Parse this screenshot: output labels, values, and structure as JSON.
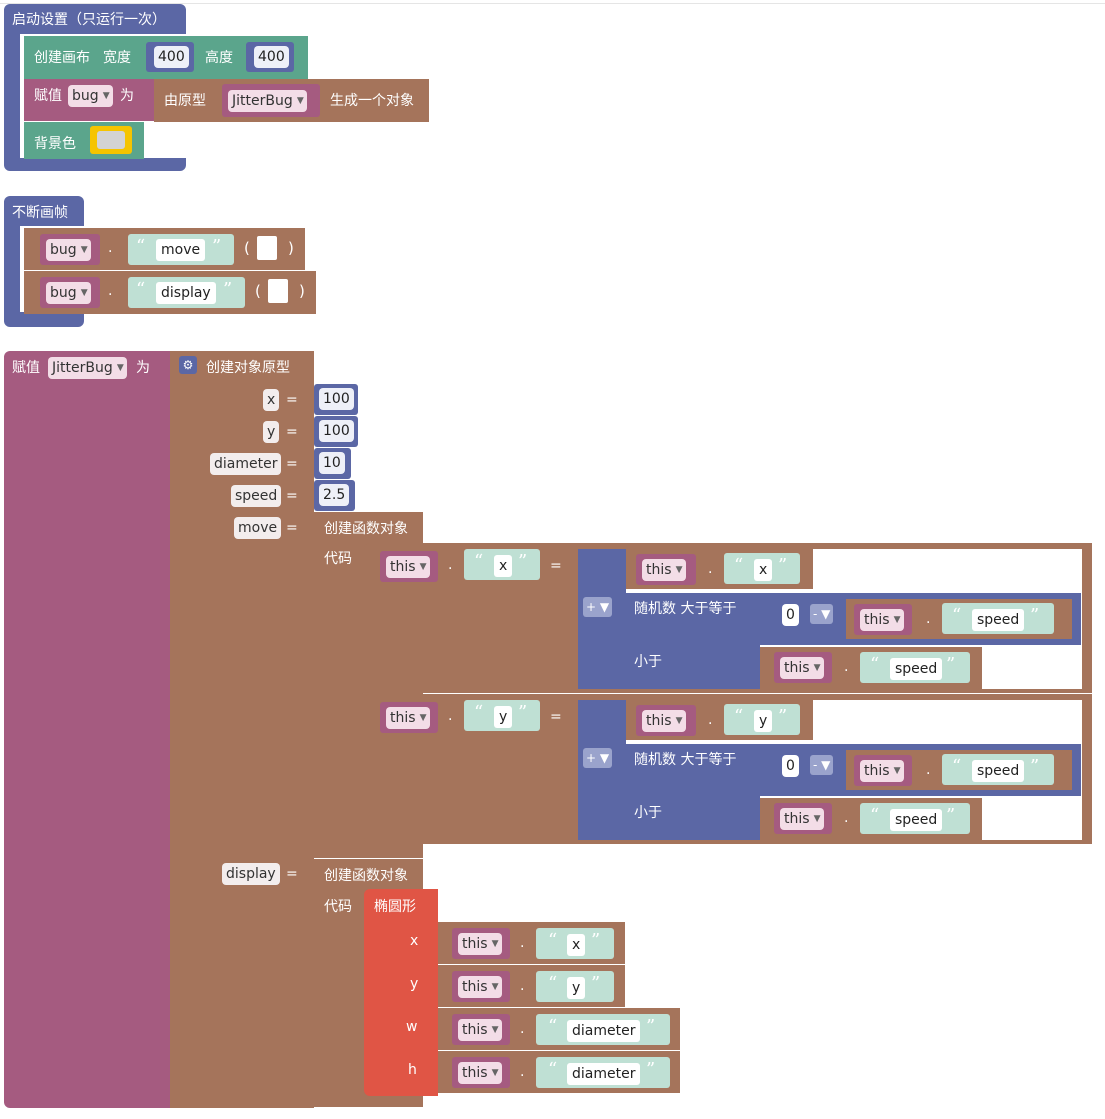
{
  "setup": {
    "title": "启动设置（只运行一次）",
    "canvas": {
      "label": "创建画布",
      "width_label": "宽度",
      "width": "400",
      "height_label": "高度",
      "height": "400"
    },
    "assign": {
      "label": "赋值",
      "var": "bug",
      "as": "为",
      "from_proto": "由原型",
      "proto": "JitterBug",
      "gen": "生成一个对象"
    },
    "bg": {
      "label": "背景色",
      "color": "#d3d3d3"
    }
  },
  "draw": {
    "title": "不断画帧",
    "calls": [
      {
        "obj": "bug",
        "method": "move"
      },
      {
        "obj": "bug",
        "method": "display"
      }
    ]
  },
  "proto": {
    "assign_label": "赋值",
    "var": "JitterBug",
    "as": "为",
    "create_label": "创建对象原型",
    "props": [
      {
        "key": "x",
        "val": "100"
      },
      {
        "key": "y",
        "val": "100"
      },
      {
        "key": "diameter",
        "val": "10"
      },
      {
        "key": "speed",
        "val": "2.5"
      }
    ],
    "move_key": "move",
    "display_key": "display",
    "eq": "=",
    "create_func": "创建函数对象",
    "code_label": "代码",
    "this": "this",
    "op_plus": "+",
    "op_minus": "-",
    "random_label": "随机数 大于等于",
    "less_label": "小于",
    "zero": "0",
    "ellipse_label": "椭圆形",
    "ellipse_params": [
      "x",
      "y",
      "w",
      "h"
    ],
    "fields": {
      "x": "x",
      "y": "y",
      "speed": "speed",
      "diameter": "diameter"
    }
  },
  "colors": {
    "event": "#5b67a5",
    "variable": "#a55b80",
    "canvas": "#5ba58c",
    "object": "#a5745b",
    "math": "#5b67a5",
    "shape": "#e05545"
  }
}
